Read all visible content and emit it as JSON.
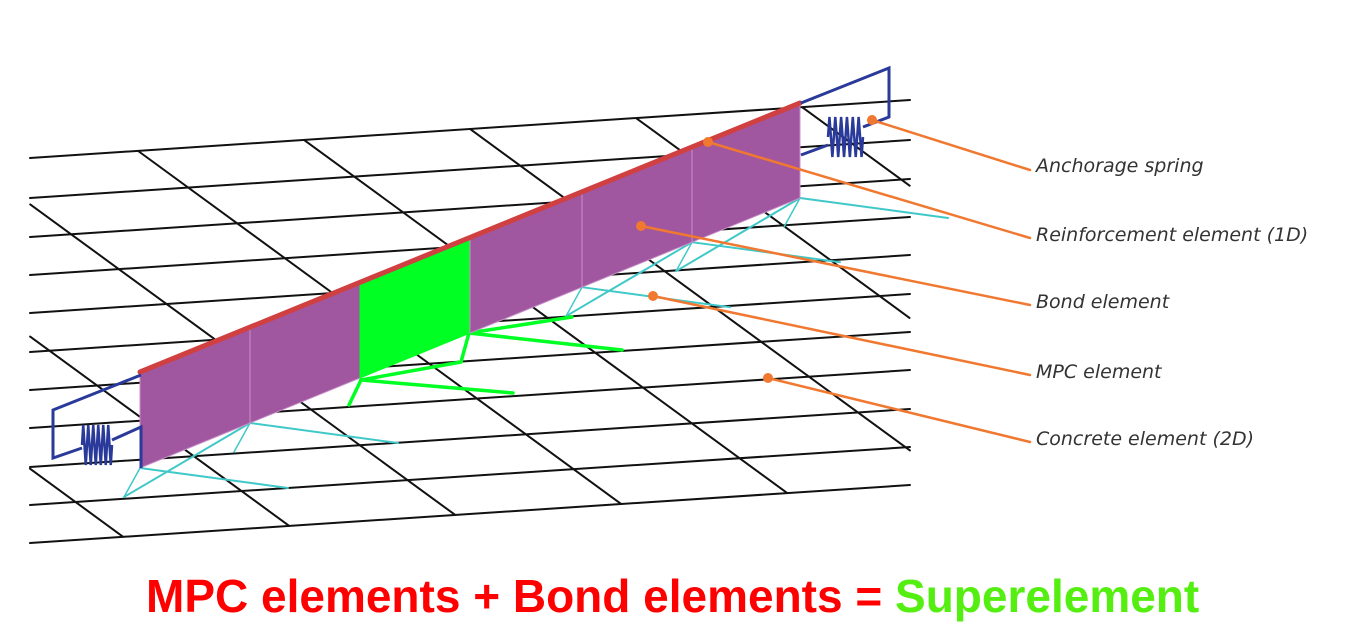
{
  "labels": {
    "anchorage_spring": "Anchorage spring",
    "reinforcement": "Reinforcement element (1D)",
    "bond": "Bond element",
    "mpc": "MPC element",
    "concrete": "Concrete element (2D)"
  },
  "equation": {
    "lhs": "MPC elements + Bond elements = ",
    "rhs": "Superelement"
  },
  "colors": {
    "grid": "#111111",
    "bond_panel": "#a057a0",
    "superelement": "#00ff22",
    "reinforcement": "#d04040",
    "mpc": "#40c8c8",
    "spring": "#2a3a9a",
    "leader": "#f07830",
    "equation_red": "#ff0000",
    "equation_green": "#55ee11"
  }
}
